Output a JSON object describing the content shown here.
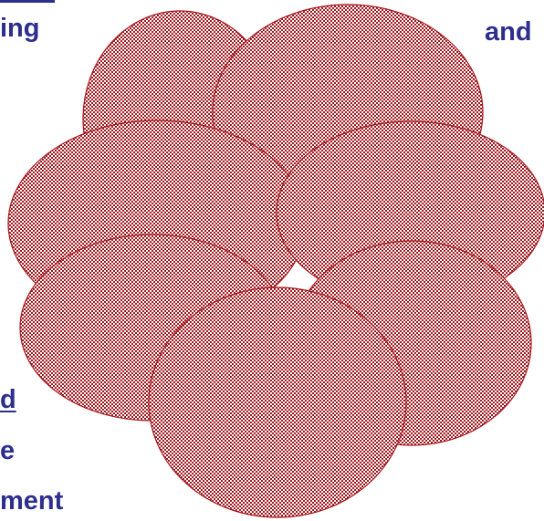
{
  "colors": {
    "text": "#2e2e8f",
    "circle_fill": "#a4161c",
    "circle_pattern_light": "#ffffff",
    "circle_stroke": "#a4161c"
  },
  "text_fragments": {
    "top_left": "ing",
    "top_right": "and",
    "left_underlined": "d",
    "left_mid": "e",
    "left_bottom": "ment"
  },
  "diagram": {
    "shape": "circle",
    "circle_count": 7,
    "fill_style": "checkerboard-pattern"
  }
}
